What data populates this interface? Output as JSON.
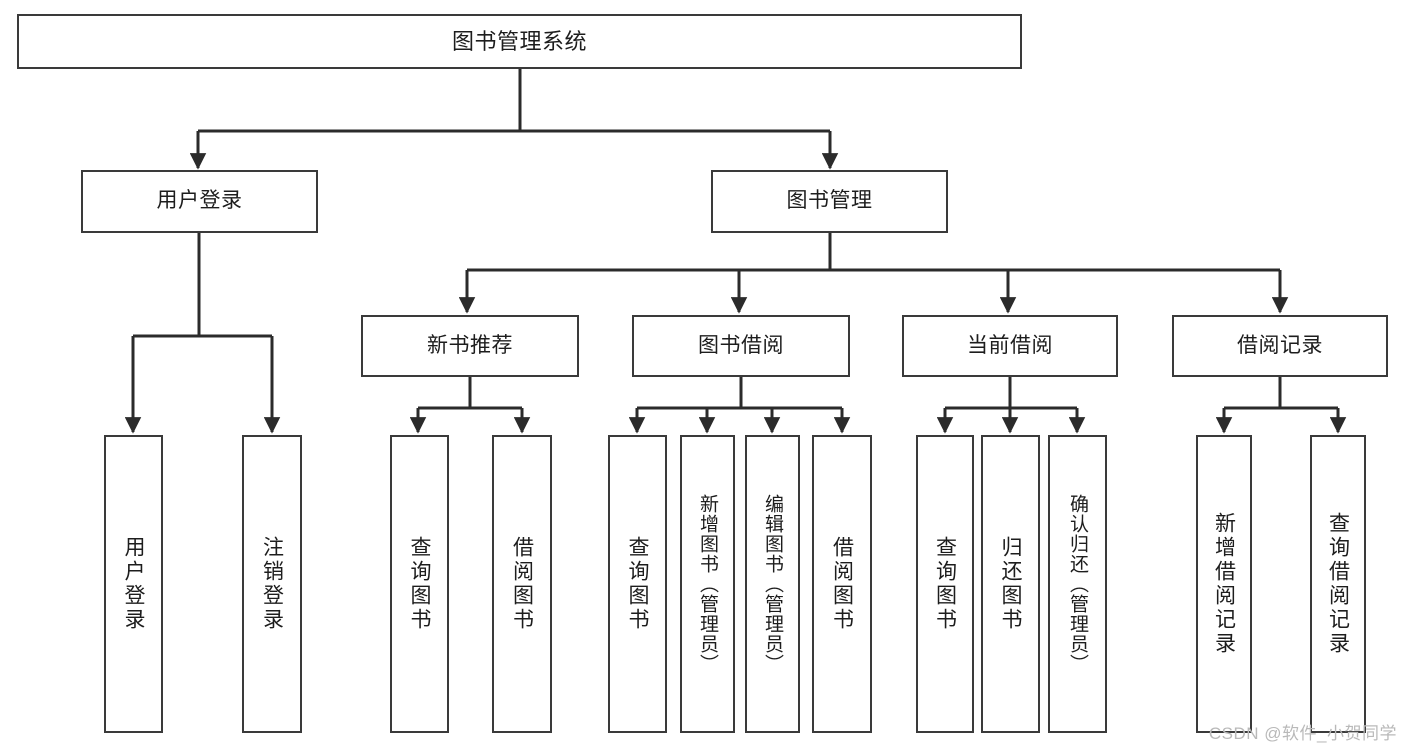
{
  "diagram": {
    "title": "图书管理系统",
    "type": "tree-hierarchy-chart",
    "watermark": "CSDN @软件_小贺同学",
    "colors": {
      "box_border": "#3a3a3a",
      "box_fill": "#ffffff",
      "edge": "#2b2b2b",
      "text": "#1d1d1d",
      "watermark": "#b9b9b9",
      "background": "#ffffff"
    },
    "nodes": {
      "root": {
        "label": "图书管理系统"
      },
      "level2": [
        {
          "label": "用户登录"
        },
        {
          "label": "图书管理"
        }
      ],
      "level3": [
        {
          "label": "新书推荐"
        },
        {
          "label": "图书借阅"
        },
        {
          "label": "当前借阅"
        },
        {
          "label": "借阅记录"
        }
      ],
      "leaves": {
        "user_login": [
          {
            "label": "用户登录"
          },
          {
            "label": "注销登录"
          }
        ],
        "new_book_recommend": [
          {
            "label": "查询图书"
          },
          {
            "label": "借阅图书"
          }
        ],
        "book_borrow": [
          {
            "label": "查询图书"
          },
          {
            "label": "新增图书（管理员）"
          },
          {
            "label": "编辑图书（管理员）"
          },
          {
            "label": "借阅图书"
          }
        ],
        "current_borrow": [
          {
            "label": "查询图书"
          },
          {
            "label": "归还图书"
          },
          {
            "label": "确认归还（管理员）"
          }
        ],
        "borrow_record": [
          {
            "label": "新增借阅记录"
          },
          {
            "label": "查询借阅记录"
          }
        ]
      }
    }
  }
}
